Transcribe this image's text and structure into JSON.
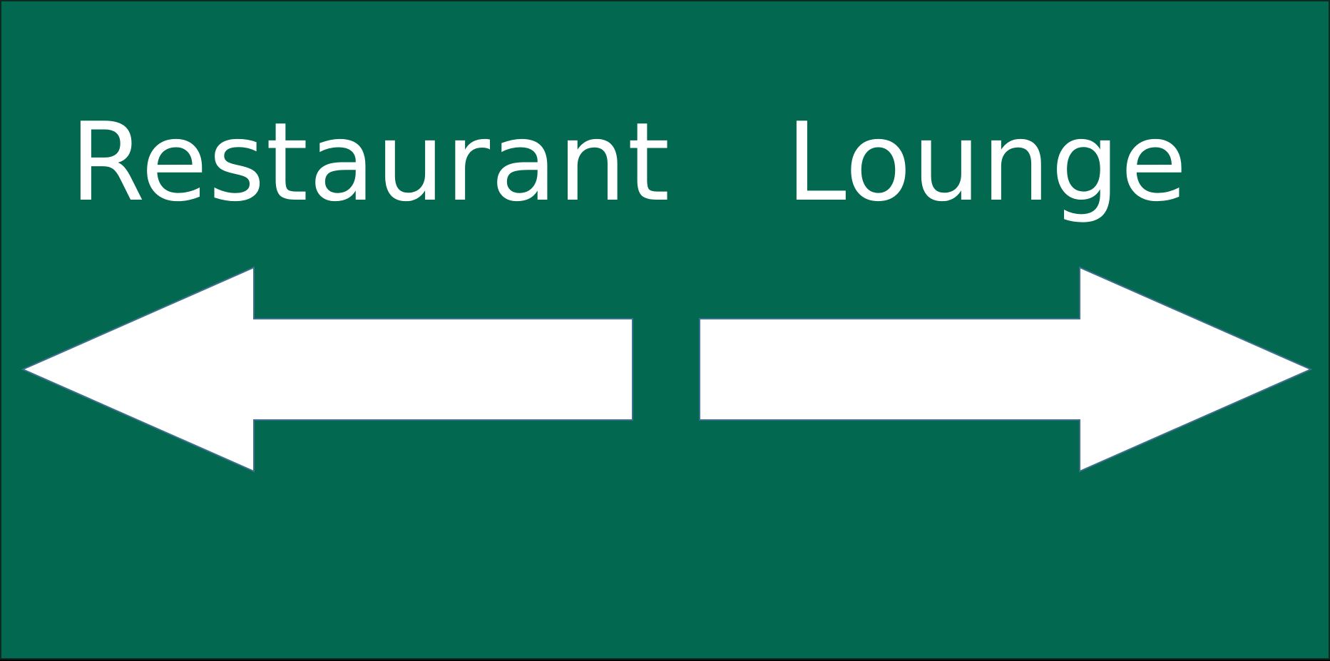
{
  "sign": {
    "background_color": "#036850",
    "text_color": "#ffffff",
    "left": {
      "label": "Restaurant",
      "direction": "left",
      "icon": "arrow-left-icon"
    },
    "right": {
      "label": "Lounge",
      "direction": "right",
      "icon": "arrow-right-icon"
    }
  }
}
